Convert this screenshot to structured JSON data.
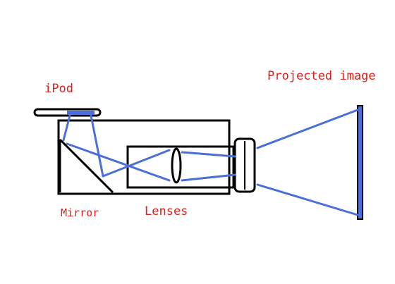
{
  "labels": {
    "ipod": "iPod",
    "projected_image": "Projected image",
    "mirror": "Mirror",
    "lenses": "Lenses"
  },
  "colors": {
    "outline": "#000000",
    "light_ray": "#4a6fd8",
    "label_text": "#e0201a",
    "background": "#ffffff"
  }
}
